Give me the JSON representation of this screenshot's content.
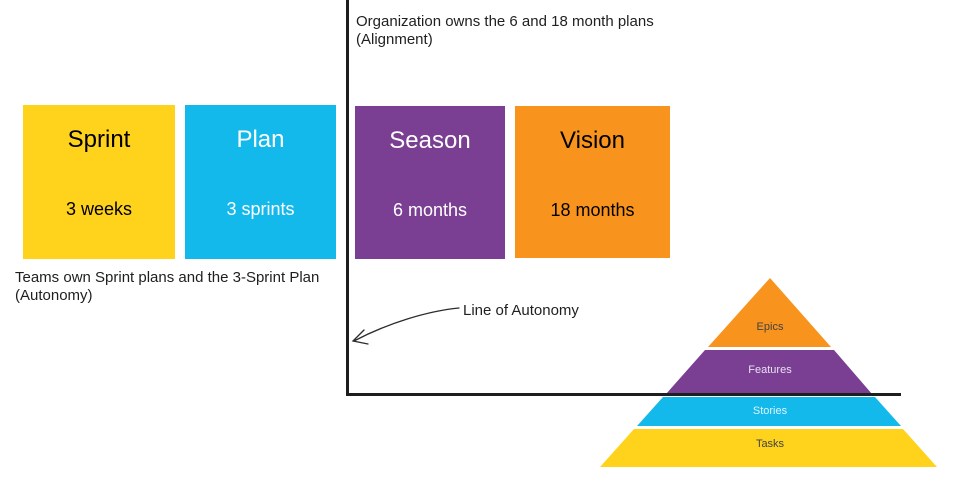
{
  "colors": {
    "yellow": "#FFD21C",
    "cyan": "#14B9EB",
    "purple": "#7A3E93",
    "orange": "#F8941D",
    "axis_line": "#1e1e1e",
    "text_dark": "#1f1f1f"
  },
  "annotations": {
    "alignment": {
      "line1": "Organization owns the 6 and 18 month plans",
      "line2": "(Alignment)"
    },
    "autonomy": {
      "line1": "Teams own Sprint plans and the 3-Sprint Plan",
      "line2": "(Autonomy)"
    },
    "line_of_autonomy_label": "Line of Autonomy"
  },
  "boxes": [
    {
      "id": "sprint",
      "title": "Sprint",
      "subtitle": "3 weeks",
      "bg": "#FFD21C",
      "text": "#000000"
    },
    {
      "id": "plan",
      "title": "Plan",
      "subtitle": "3 sprints",
      "bg": "#14B9EB",
      "text": "#ffffff"
    },
    {
      "id": "season",
      "title": "Season",
      "subtitle": "6 months",
      "bg": "#7A3E93",
      "text": "#ffffff"
    },
    {
      "id": "vision",
      "title": "Vision",
      "subtitle": "18 months",
      "bg": "#F8941D",
      "text": "#000000"
    }
  ],
  "pyramid": {
    "layers": [
      {
        "label": "Epics",
        "color": "#F8941D",
        "text_color": "#424242"
      },
      {
        "label": "Features",
        "color": "#7A3E93",
        "text_color": "#e8e2f0"
      },
      {
        "label": "Stories",
        "color": "#14B9EB",
        "text_color": "#ddf3fc"
      },
      {
        "label": "Tasks",
        "color": "#FFD21C",
        "text_color": "#424242"
      }
    ]
  }
}
